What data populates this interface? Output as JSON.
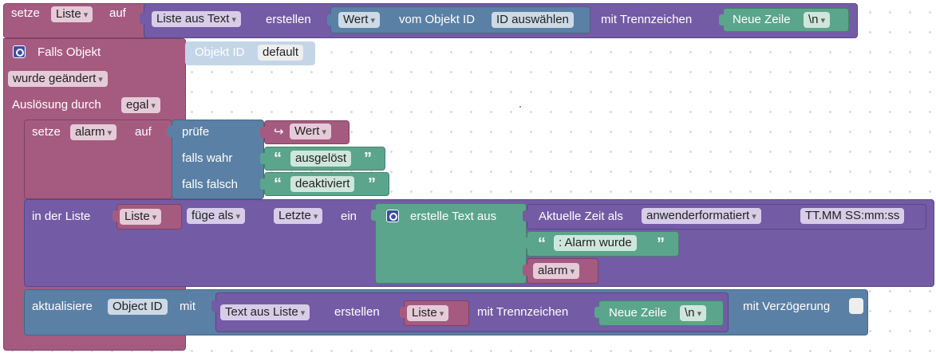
{
  "set_list": {
    "setze": "setze",
    "var": "Liste",
    "auf": "auf"
  },
  "split": {
    "mode": "Liste aus Text",
    "erstellen": "erstellen",
    "sep_label": "mit Trennzeichen"
  },
  "get_value": {
    "attr": "Wert",
    "vom": "vom Objekt ID",
    "id": "ID auswählen"
  },
  "newline": {
    "label": "Neue Zeile",
    "value": "\\n"
  },
  "trigger": {
    "falls": "Falls Objekt",
    "geaendert": "wurde geändert",
    "ausloesung": "Auslösung durch",
    "egal": "egal"
  },
  "objid": {
    "label": "Objekt ID",
    "value": "default"
  },
  "set_alarm": {
    "setze": "setze",
    "var": "alarm",
    "auf": "auf"
  },
  "ternary": {
    "pruefe": "prüfe",
    "wahr": "falls wahr",
    "falsch": "falls falsch"
  },
  "wert": {
    "arrow": "↪",
    "label": "Wert"
  },
  "texts": {
    "t1": "ausgelöst",
    "t2": "deaktiviert",
    "t3": ": Alarm wurde",
    "open": "“",
    "close": "”"
  },
  "insert": {
    "in": "in der Liste",
    "var": "Liste",
    "mode": "füge als",
    "where": "Letzte",
    "ein": "ein"
  },
  "join": {
    "label": "erstelle Text aus"
  },
  "time": {
    "label": "Aktuelle Zeit als",
    "format": "anwenderformatiert",
    "pattern": "TT.MM SS:mm:ss"
  },
  "alarm_var": "alarm",
  "update": {
    "label": "aktualisiere",
    "objid": "Object ID",
    "mit": "mit",
    "delay": "mit Verzögerung"
  },
  "join2": {
    "mode": "Text aus Liste",
    "erstellen": "erstellen",
    "var": "Liste",
    "sep_label": "mit Trennzeichen"
  },
  "colors": {
    "variable": "#a55b80",
    "list": "#745ba5",
    "text": "#5ba58c",
    "trigger": "#5b80a5"
  }
}
